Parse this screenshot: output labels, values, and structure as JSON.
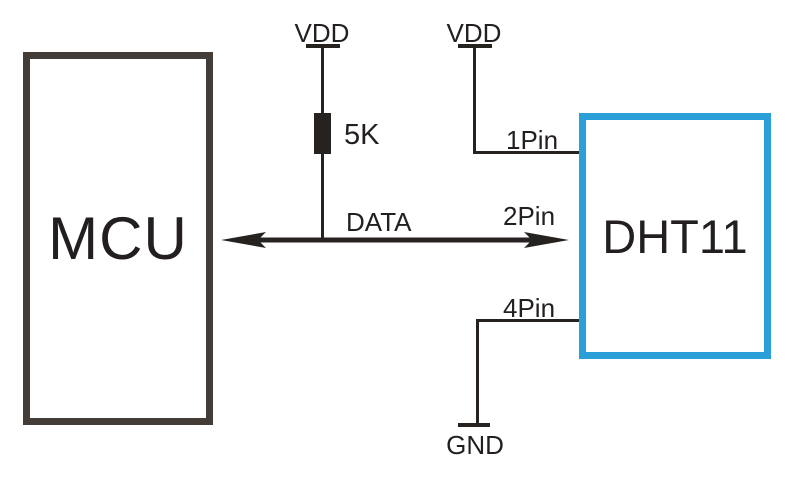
{
  "colors": {
    "background": "#ffffff",
    "text": "#231f20",
    "wire": "#262220",
    "mcu_border": "#433c37",
    "dht11_border": "#2b9fd8"
  },
  "components": {
    "mcu": {
      "label": "MCU"
    },
    "dht11": {
      "label": "DHT11"
    },
    "resistor": {
      "value": "5K"
    }
  },
  "nets": {
    "vdd_left": {
      "label": "VDD"
    },
    "vdd_right": {
      "label": "VDD"
    },
    "data": {
      "label": "DATA"
    },
    "gnd": {
      "label": "GND"
    }
  },
  "pins": {
    "pin1": {
      "label": "1Pin"
    },
    "pin2": {
      "label": "2Pin"
    },
    "pin4": {
      "label": "4Pin"
    }
  }
}
